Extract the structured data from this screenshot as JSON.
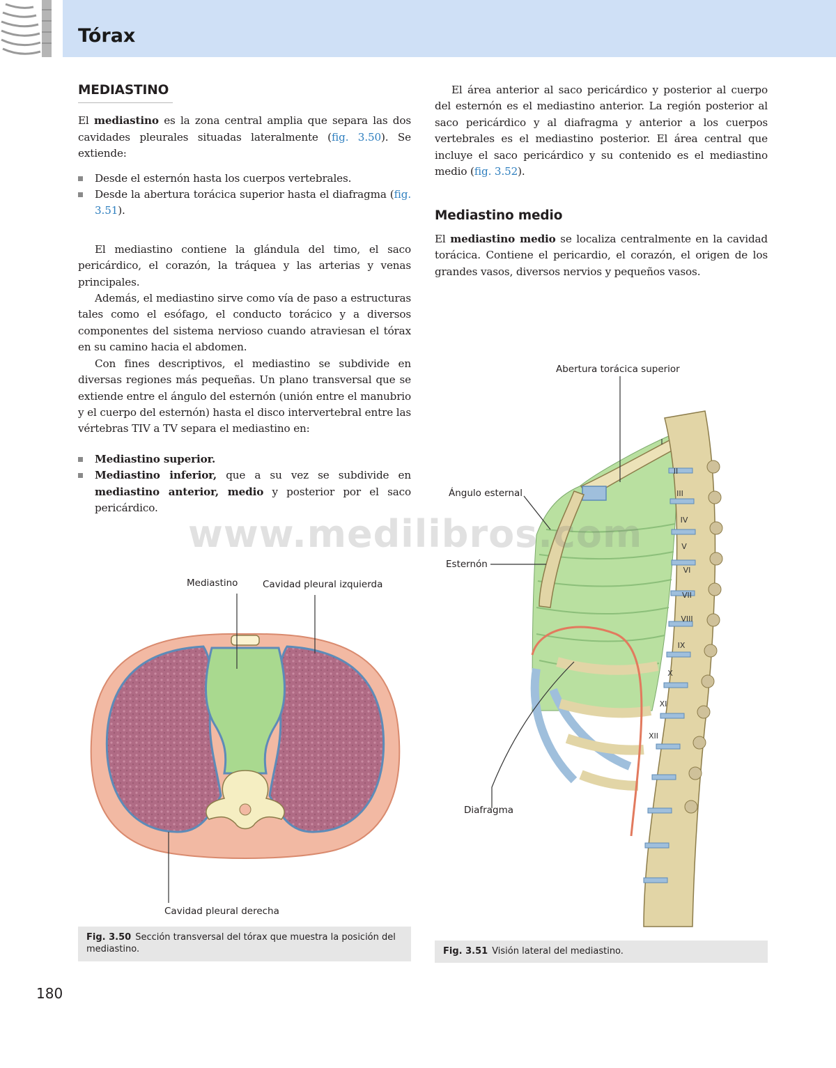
{
  "header": {
    "chapter_title": "Tórax"
  },
  "left_column": {
    "section_title": "MEDIASTINO",
    "intro": {
      "t1": "El ",
      "b1": "mediastino",
      "t2": " es la zona central amplia que separa las dos cavidades pleurales situadas lateralmente (",
      "ref": "fig. 3.50",
      "t3": "). Se extiende:"
    },
    "extent_bullets": [
      {
        "text": "Desde el esternón hasta los cuerpos vertebrales."
      },
      {
        "text": "Desde la abertura torácica superior hasta el diafragma (",
        "ref": "fig. 3.51",
        "after": ")."
      }
    ],
    "p1": "El mediastino contiene la glándula del timo, el saco pericárdico, el corazón, la tráquea y las arterias y venas principales.",
    "p2": "Además, el mediastino sirve como vía de paso a estructuras tales como el esófago, el conducto torácico y a diversos componentes del sistema nervioso cuando atraviesan el tórax en su camino hacia el abdomen.",
    "p3": "Con fines descriptivos, el mediastino se subdivide en diversas regiones más pequeñas. Un plano transversal que se extiende entre el ángulo del esternón (unión entre el manubrio y el cuerpo del esternón) hasta el disco intervertebral entre las vértebras TIV a TV separa el mediastino en:",
    "division_bullets": {
      "b1": "Mediastino superior.",
      "b2_bold": "Mediastino inferior,",
      "b2_text": " que a su vez se subdivide en ",
      "b2_bold2": "mediastino anterior, medio",
      "b2_text2": " y posterior por el saco pericárdico."
    }
  },
  "right_column": {
    "p1_text": "El área anterior al saco pericárdico y posterior al cuerpo del esternón es el mediastino anterior. La región posterior al saco pericárdico y al diafragma y anterior a los cuerpos vertebrales es el mediastino posterior. El área central que incluye el saco pericárdico y su contenido es el mediastino medio (",
    "p1_ref": "fig. 3.52",
    "p1_after": ").",
    "section_title": "Mediastino medio",
    "p2_t1": "El ",
    "p2_b1": "mediastino medio",
    "p2_t2": " se localiza centralmente en la cavidad torácica. Contiene el pericardio, el corazón, el origen de los grandes vasos, diversos nervios y pequeños vasos."
  },
  "figure_350": {
    "label_mediastino": "Mediastino",
    "label_izquierda": "Cavidad pleural izquierda",
    "label_derecha": "Cavidad pleural derecha",
    "caption_num": "Fig. 3.50",
    "caption_text": "Sección transversal del tórax que muestra la posición del mediastino."
  },
  "figure_351": {
    "label_abertura": "Abertura torácica superior",
    "label_angulo": "Ángulo esternal",
    "label_esternon": "Esternón",
    "label_diafragma": "Diafragma",
    "vertebra_labels": [
      "I",
      "II",
      "III",
      "IV",
      "V",
      "VI",
      "VII",
      "VIII",
      "IX",
      "X",
      "XI",
      "XII"
    ],
    "caption_num": "Fig. 3.51",
    "caption_text": "Visión lateral del mediastino."
  },
  "watermark": "www.medilibros.com",
  "page_number": "180",
  "colors": {
    "header_band": "#cfe0f6",
    "reference_link": "#2f7fbf",
    "mediastinum_green": "#a9d98f",
    "lung_mauve": "#b06b85",
    "body_wall": "#f2b9a3",
    "bone": "#e2d5a6",
    "diaphragm_line": "#e27a5e",
    "cartilage_blue": "#9fbfdc"
  }
}
